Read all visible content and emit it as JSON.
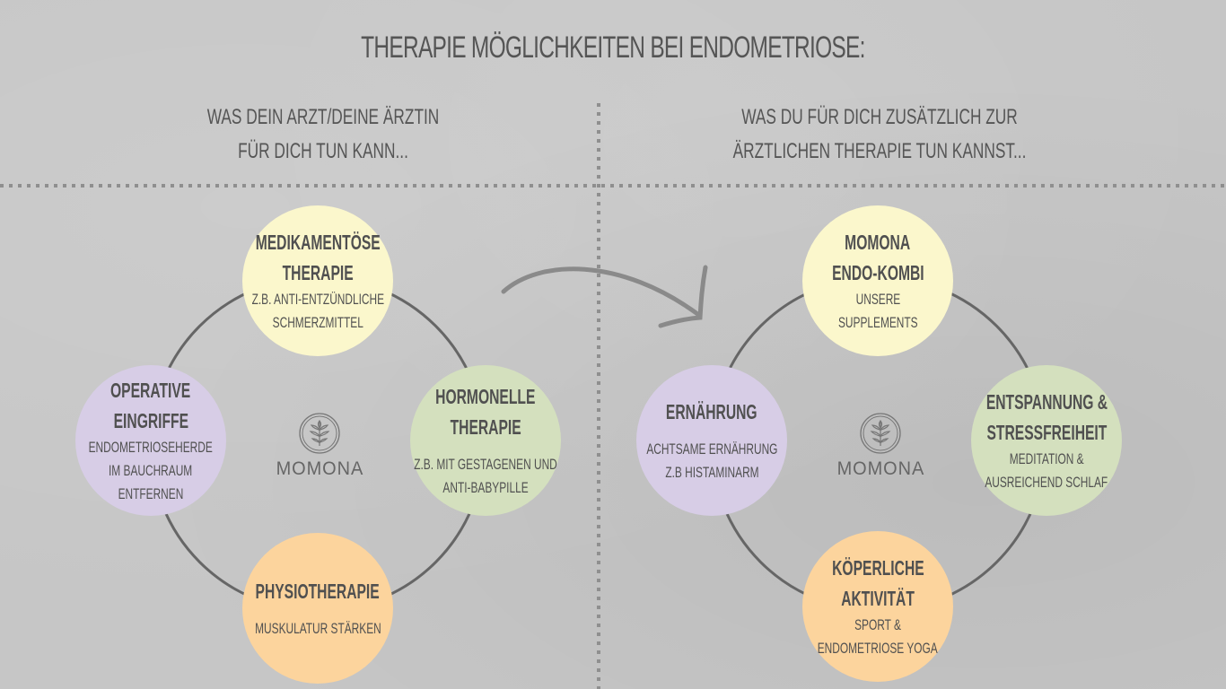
{
  "title": "THERAPIE MÖGLICHKEITEN BEI ENDOMETRIOSE:",
  "left": {
    "heading_lines": [
      "WAS DEIN ARZT/DEINE ÄRZTIN",
      "FÜR DICH TUN KANN..."
    ],
    "logo_text": "MOMONA",
    "logo_icon": "wheat-leaf-icon",
    "items": [
      {
        "title_lines": [
          "MEDIKAMENTÖSE",
          "THERAPIE"
        ],
        "desc_lines": [
          "Z.B. ANTI-ENTZÜNDLICHE",
          "SCHMERZMITTEL"
        ],
        "color": "#fbf7cc"
      },
      {
        "title_lines": [
          "HORMONELLE",
          "THERAPIE"
        ],
        "desc_lines": [
          "Z.B. MIT GESTAGENEN UND",
          "ANTI-BABYPILLE"
        ],
        "color": "#d4e0be"
      },
      {
        "title_lines": [
          "PHYSIOTHERAPIE"
        ],
        "desc_lines": [
          "MUSKULATUR STÄRKEN"
        ],
        "color": "#fcd49d"
      },
      {
        "title_lines": [
          "OPERATIVE",
          "EINGRIFFE"
        ],
        "desc_lines": [
          "ENDOMETRIOSEHERDE",
          "IM BAUCHRAUM",
          "ENTFERNEN"
        ],
        "color": "#d7cde6"
      }
    ]
  },
  "right": {
    "heading_lines": [
      "WAS DU FÜR DICH ZUSÄTZLICH ZUR",
      "ÄRZTLICHEN  THERAPIE  TUN KANNST..."
    ],
    "logo_text": "MOMONA",
    "logo_icon": "wheat-leaf-icon",
    "items": [
      {
        "title_lines": [
          "MOMONA",
          "ENDO-KOMBI"
        ],
        "desc_lines": [
          "UNSERE",
          "SUPPLEMENTS"
        ],
        "color": "#fbf7cc"
      },
      {
        "title_lines": [
          "ENTSPANNUNG &",
          "STRESSFREIHEIT"
        ],
        "desc_lines": [
          "MEDITATION &",
          "AUSREICHEND SCHLAF"
        ],
        "color": "#d4e0be"
      },
      {
        "title_lines": [
          "KÖPERLICHE",
          "AKTIVITÄT"
        ],
        "desc_lines": [
          "SPORT &",
          "ENDOMETRIOSE YOGA"
        ],
        "color": "#fcd49d"
      },
      {
        "title_lines": [
          "ERNÄHRUNG"
        ],
        "desc_lines": [
          "ACHTSAME ERNÄHRUNG",
          "Z.B HISTAMINARM"
        ],
        "color": "#d7cde6"
      }
    ]
  },
  "connector": {
    "icon": "curved-arrow-icon",
    "direction": "left-to-right"
  }
}
